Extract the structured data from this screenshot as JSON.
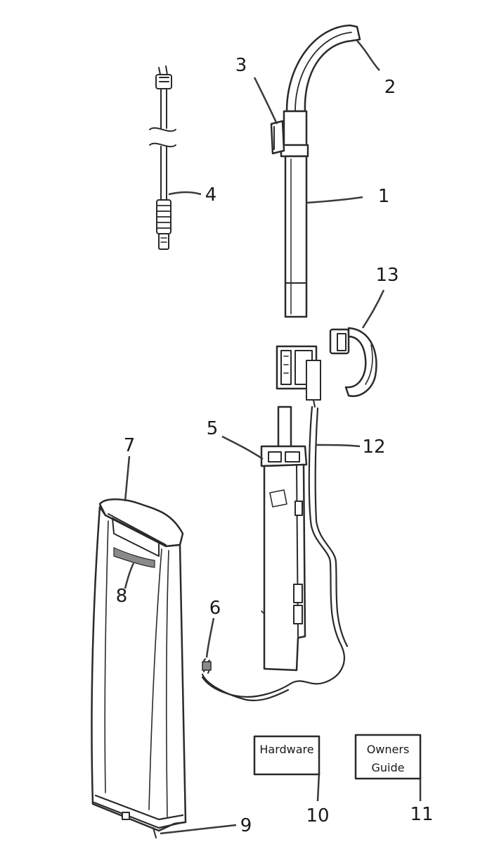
{
  "callouts": {
    "p1": "1",
    "p2": "2",
    "p3": "3",
    "p4": "4",
    "p5": "5",
    "p6": "6",
    "p7": "7",
    "p8": "8",
    "p9": "9",
    "p10": "10",
    "p11": "11",
    "p12": "12",
    "p13": "13"
  },
  "boxes": {
    "hardware": "Hardware",
    "owners_guide_line1": "Owners",
    "owners_guide_line2": "Guide"
  },
  "colors": {
    "ink": "#2a2a2a",
    "paper": "#ffffff",
    "shade": "#8a8a8a"
  }
}
